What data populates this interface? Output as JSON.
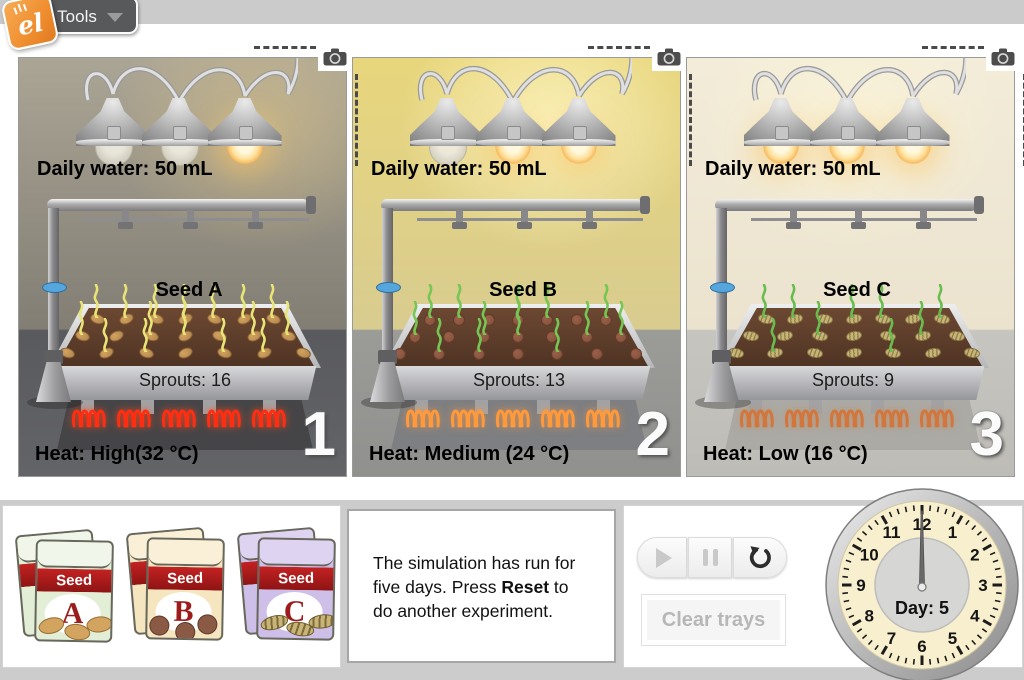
{
  "header": {
    "tools_label": "Tools",
    "logo_text": "el"
  },
  "chambers": [
    {
      "number": "1",
      "daily_water": "Daily water: 50 mL",
      "seed_label": "Seed A",
      "sprouts_label": "Sprouts: 16",
      "heat_label": "Heat: High(32 °C)",
      "sprout_count": 16,
      "style": {
        "wall_top": "#aba595",
        "wall_bottom": "#827e74",
        "glow": "rgba(225,200,135,0.55)",
        "glow_x": "74%",
        "floor_top": "#595a5e",
        "floor_bottom": "#636467",
        "pit": "#454547",
        "coil": "#ff2d12",
        "coil_glow": "rgba(255,70,25,0.85)",
        "seed_fill": "#d2a15e",
        "seed_stripe": "",
        "seed_shape": "oval",
        "sprout": "#e9e476",
        "lamps_lit": [
          false,
          false,
          true
        ]
      }
    },
    {
      "number": "2",
      "daily_water": "Daily water: 50 mL",
      "seed_label": "Seed B",
      "sprouts_label": "Sprouts: 13",
      "heat_label": "Heat: Medium (24 °C)",
      "sprout_count": 13,
      "style": {
        "wall_top": "#e8d67c",
        "wall_bottom": "#d8cc8f",
        "glow": "rgba(255,246,195,0.85)",
        "glow_x": "60%",
        "floor_top": "#9b9c98",
        "floor_bottom": "#90918e",
        "pit": "#7e7f82",
        "coil": "#ff9a3c",
        "coil_glow": "rgba(255,150,55,0.7)",
        "seed_fill": "#9a6048",
        "seed_stripe": "",
        "seed_shape": "round",
        "sprout": "#76c653",
        "lamps_lit": [
          false,
          true,
          true
        ]
      }
    },
    {
      "number": "3",
      "daily_water": "Daily water: 50 mL",
      "seed_label": "Seed C",
      "sprouts_label": "Sprouts: 9",
      "heat_label": "Heat: Low (16 °C)",
      "sprout_count": 9,
      "style": {
        "wall_top": "#f3ecd9",
        "wall_bottom": "#ebe3ce",
        "glow": "rgba(255,248,215,0.6)",
        "glow_x": "50%",
        "floor_top": "#c7c5bf",
        "floor_bottom": "#bebcb6",
        "pit": "#abaaa5",
        "coil": "#d1763c",
        "coil_glow": "rgba(210,125,60,0.5)",
        "seed_fill": "#c7b577",
        "seed_stripe": "#7e6b3a",
        "seed_shape": "striped",
        "sprout": "#69bd4f",
        "lamps_lit": [
          true,
          true,
          true
        ]
      }
    }
  ],
  "tray_grid": {
    "rows": 3,
    "cols": 7
  },
  "packets": [
    {
      "ribbon": "Seed",
      "letter": "A",
      "body": "#e2efd6",
      "flap": "#f0f7ea",
      "seed_type": "lump"
    },
    {
      "ribbon": "Seed",
      "letter": "B",
      "body": "#f6e6c0",
      "flap": "#faf0d8",
      "seed_type": "ball"
    },
    {
      "ribbon": "Seed",
      "letter": "C",
      "body": "#cebfe9",
      "flap": "#ded3f1",
      "seed_type": "stripe"
    }
  ],
  "message": {
    "part1": "The simulation has run for five days. Press ",
    "bold": "Reset",
    "part2": " to do another experiment."
  },
  "controls": {
    "clear_trays_label": "Clear trays"
  },
  "clock": {
    "day_label": "Day: 5",
    "numbers": [
      "12",
      "1",
      "2",
      "3",
      "4",
      "5",
      "6",
      "7",
      "8",
      "9",
      "10",
      "11"
    ]
  }
}
